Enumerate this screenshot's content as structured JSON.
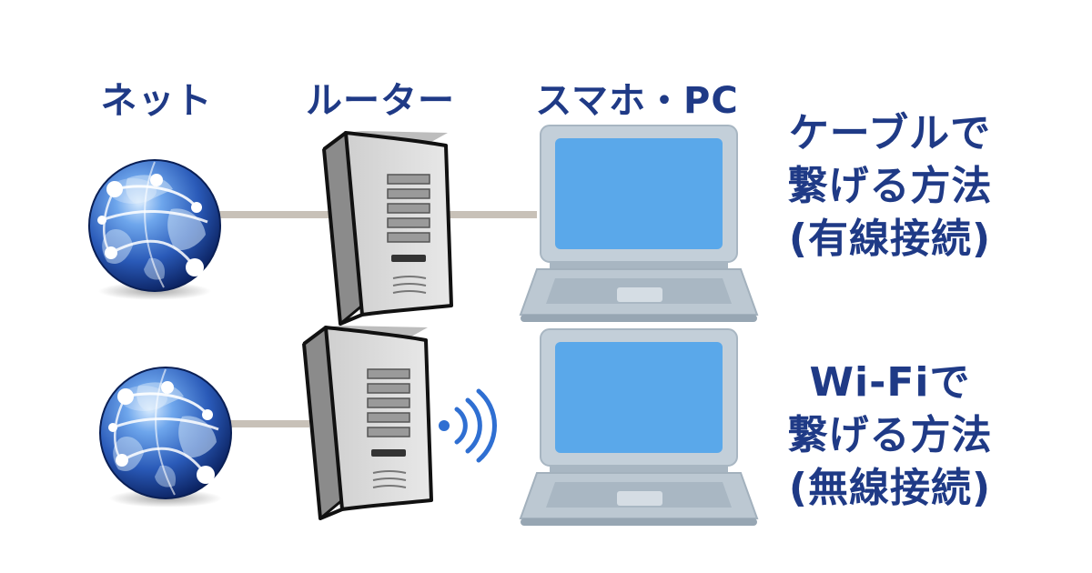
{
  "columns": {
    "internet": "ネット",
    "router": "ルーター",
    "device": "スマホ・PC"
  },
  "methods": [
    {
      "lines": [
        "ケーブルで",
        "繋げる方法",
        "(有線接続)"
      ],
      "connection": "wired"
    },
    {
      "lines": [
        "Wi-Fiで",
        "繋げる方法",
        "(無線接続)"
      ],
      "connection": "wireless"
    }
  ],
  "colors": {
    "label_text": "#1f3a86",
    "cable": "#c8c1b8",
    "screen": "#5aa8ea",
    "laptop_body": "#bcc8d2",
    "globe": "#2a5ab8",
    "wifi_wave": "#2f6fd2"
  },
  "icons": [
    "globe-icon",
    "server-tower-icon",
    "laptop-icon",
    "wifi-signal-icon"
  ]
}
